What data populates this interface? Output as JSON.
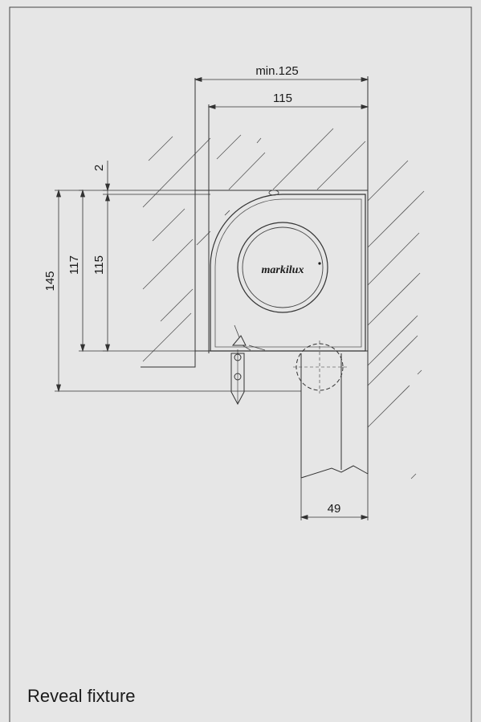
{
  "caption": "Reveal fixture",
  "logo_text": "markilux",
  "dimensions": {
    "min_width": "min.125",
    "box_width": "115",
    "gap": "2",
    "box_height": "115",
    "height_117": "117",
    "total_height": "145",
    "bottom_width": "49"
  }
}
